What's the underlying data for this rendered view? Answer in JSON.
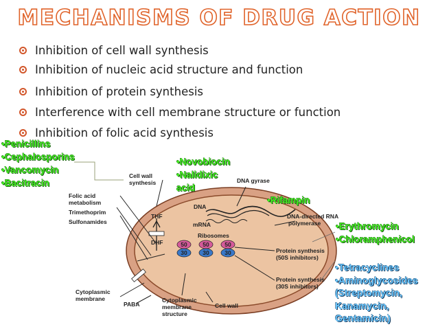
{
  "title": "MECHANISMS OF DRUG ACTION",
  "bullets": [
    "Inhibition of cell wall synthesis",
    "Inhibition of nucleic acid structure and function",
    "Inhibition of protein synthesis",
    "Interference with cell membrane structure or function",
    "Inhibition of folic acid synthesis"
  ],
  "annotations": {
    "cell_wall_drugs": [
      "•Penicillins",
      "•Cephalosporins",
      "•Vancomycin",
      "•Bacitracin"
    ],
    "dna_gyrase_drugs": [
      "•Novobiocin",
      "•Nalidixic",
      "acid"
    ],
    "rna_polymerase_drug": "•Rifampin",
    "protein_50s_drugs": [
      "•Erythromycin",
      "•Chloramphenicol"
    ],
    "protein_30s_drugs": [
      "•Tetracyclines",
      "•Aminoglycosides",
      "(Streptomycin,",
      "Kanamycin,",
      "Gentamicin)"
    ]
  },
  "diagram": {
    "cell_wall_synthesis": [
      "Cell wall",
      "synthesis"
    ],
    "dna_gyrase": "DNA gyrase",
    "folic_acid_metabolism": [
      "Folic acid",
      "metabolism"
    ],
    "trimethoprim": "Trimethoprim",
    "sulfonamides": "Sulfonamides",
    "thf": "THF",
    "dhf": "DHF",
    "dna": "DNA",
    "mrna": "mRNA",
    "ribosomes": "Ribosomes",
    "r50": "50",
    "r30": "30",
    "rna_polymerase": [
      "DNA-directed RNA",
      "polymerase"
    ],
    "protein_50s": [
      "Protein synthesis",
      "(50S inhibitors)"
    ],
    "protein_30s": [
      "Protein synthesis",
      "(30S inhibitors)"
    ],
    "cytoplasmic_membrane": [
      "Cytoplasmic",
      "membrane"
    ],
    "paba": "PABA",
    "membrane_structure": [
      "Cytoplasmic",
      "membrane",
      "structure"
    ],
    "cell_wall": "Cell wall"
  },
  "colors": {
    "title_outline": "#e0632a",
    "bullet_icon": "#d2562a",
    "green_label": "#44ee22",
    "blue_label": "#6bc8ff",
    "cell_wall_fill": "#d9a184",
    "cytoplasm_fill": "#ecc4a2",
    "ribosome_50": "#d55a9a",
    "ribosome_30": "#3a78c8"
  }
}
